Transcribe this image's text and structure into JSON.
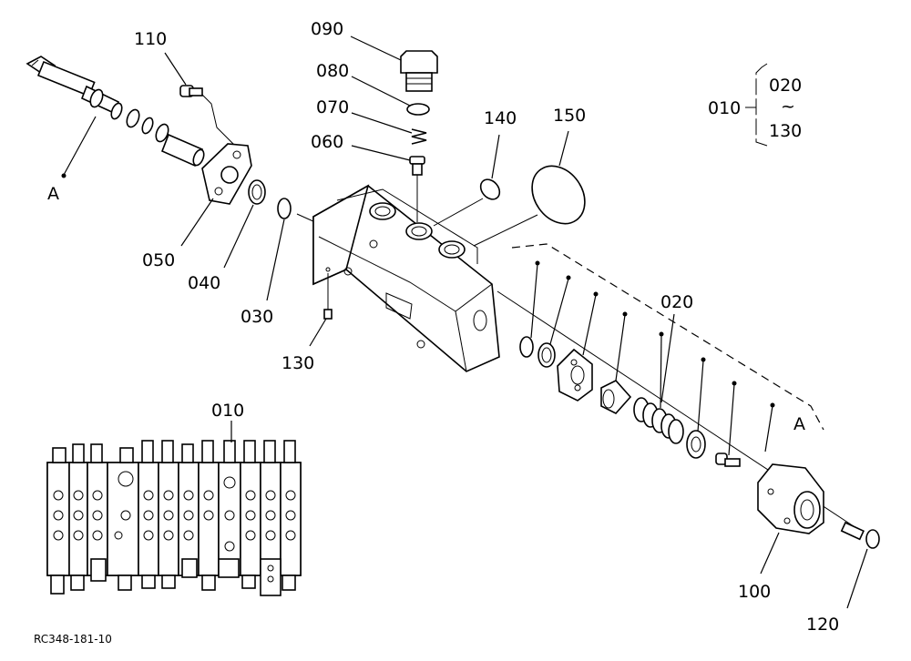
{
  "callouts": {
    "p090": "090",
    "p080": "080",
    "p070": "070",
    "p060": "060",
    "p110": "110",
    "p140": "140",
    "p150": "150",
    "p050": "050",
    "p040": "040",
    "p030": "030",
    "p130": "130",
    "p020": "020",
    "p100": "100",
    "p120": "120",
    "refA1": "A",
    "refA2": "A",
    "p010_overview": "010"
  },
  "assembly_ref": {
    "main": "010",
    "range_start": "020",
    "range_symbol": "~",
    "range_end": "130"
  },
  "drawing_code": "RC348-181-10"
}
